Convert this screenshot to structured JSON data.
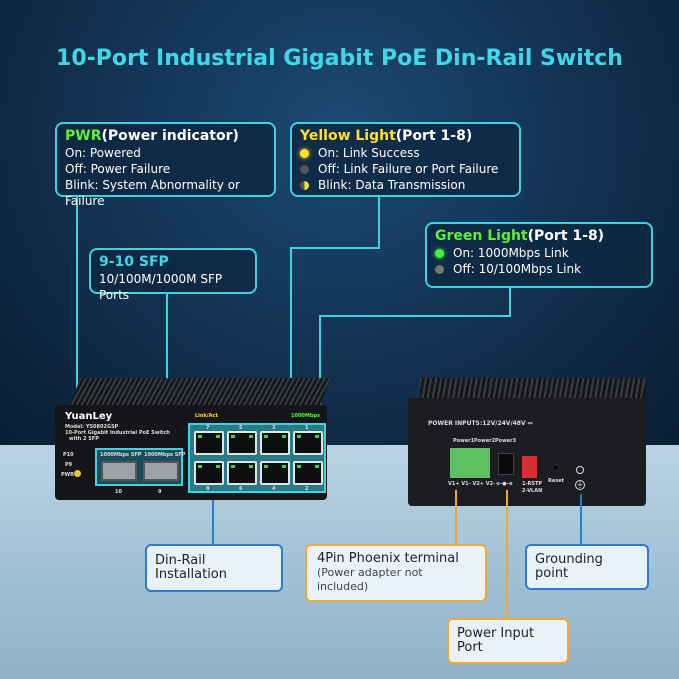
{
  "title": "10-Port Industrial Gigabit PoE Din-Rail Switch",
  "pwr": {
    "heading_accent": "PWR",
    "heading_rest": "(Power indicator)",
    "lines": [
      "On: Powered",
      "Off: Power Failure",
      "Blink: System Abnormality or Failure"
    ]
  },
  "yellow": {
    "heading_accent": "Yellow Light",
    "heading_rest": "(Port 1-8)",
    "lines": [
      "On: Link Success",
      "Off: Link Failure or Port Failure",
      "Blink: Data Transmission"
    ]
  },
  "green": {
    "heading_accent": "Green Light",
    "heading_rest": "(Port 1-8)",
    "lines": [
      "On: 1000Mbps Link",
      "Off: 10/100Mbps Link"
    ]
  },
  "sfp": {
    "heading": "9-10 SFP",
    "line": "10/100M/1000M SFP Ports"
  },
  "callouts": {
    "din_rail": "Din-Rail Installation",
    "phoenix": "4Pin Phoenix terminal",
    "phoenix_note": "(Power adapter not included)",
    "grounding": "Grounding point",
    "power_input": "Power Input Port"
  },
  "front": {
    "brand": "YuanLey",
    "model": "Model: YS0802GSP",
    "desc1": "10-Port Gigabit Industrial PoE Switch",
    "desc2": "with 2 SFP",
    "led_p10": "P10",
    "led_p9": "P9",
    "led_pwr": "PWR",
    "link_act": "Link/Act",
    "speed": "1000Mbps",
    "sfp_label": "1000Mbps SFP",
    "sfp_ports": [
      "10",
      "9"
    ],
    "top_ports": [
      "7",
      "5",
      "3",
      "1"
    ],
    "bottom_ports": [
      "8",
      "6",
      "4",
      "2"
    ]
  },
  "rear": {
    "power_inputs": "POWER INPUTS:12V/24V/48V ⎓",
    "power1": "Power1",
    "power2": "Power2",
    "power3": "Power3",
    "terminals": "V1+ V1- V2+ V2-",
    "polarity": "⊖-●-⊕",
    "dip1": "1-RSTP",
    "dip2": "2-VLAN",
    "reset": "Reset"
  },
  "colors": {
    "accent": "#3fd8e8",
    "green": "#5df03a",
    "yellow": "#ffe02a"
  }
}
